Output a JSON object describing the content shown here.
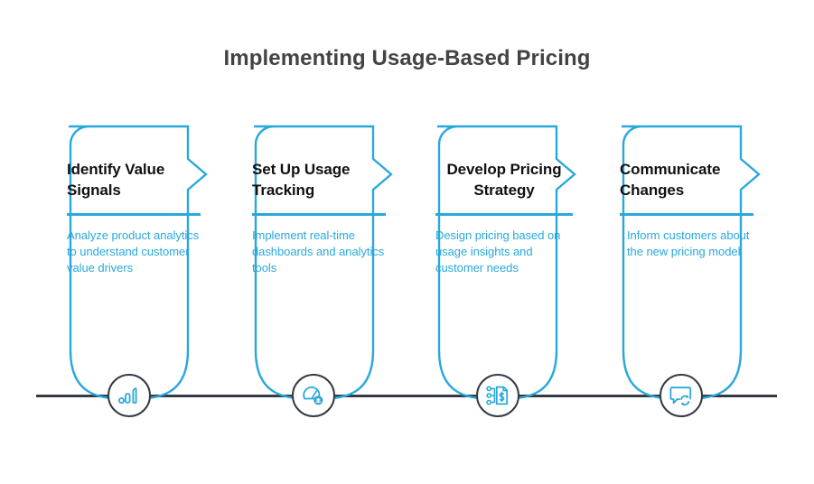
{
  "header": {
    "title": "Implementing Usage-Based Pricing"
  },
  "theme": {
    "accent": "#29a8dc",
    "title_color": "#434343",
    "step_title_color": "#111111",
    "axis_color": "#343b44",
    "background": "#ffffff"
  },
  "timeline": {
    "orientation": "horizontal",
    "axis_label": "process-timeline",
    "steps": [
      {
        "index": 1,
        "title": "Identify Value Signals",
        "description": "Analyze product analytics to understand customer value drivers",
        "icon": "bar-chart-analytics-icon"
      },
      {
        "index": 2,
        "title": "Set Up Usage Tracking",
        "description": "Implement real-time dashboards and analytics tools",
        "icon": "gauge-dashboard-icon"
      },
      {
        "index": 3,
        "title": "Develop Pricing Strategy",
        "description": "Design pricing based on usage insights and customer needs",
        "icon": "pricing-document-icon"
      },
      {
        "index": 4,
        "title": "Communicate Changes",
        "description": "Inform customers about the new pricing model",
        "icon": "speech-bubble-sync-icon"
      }
    ]
  }
}
